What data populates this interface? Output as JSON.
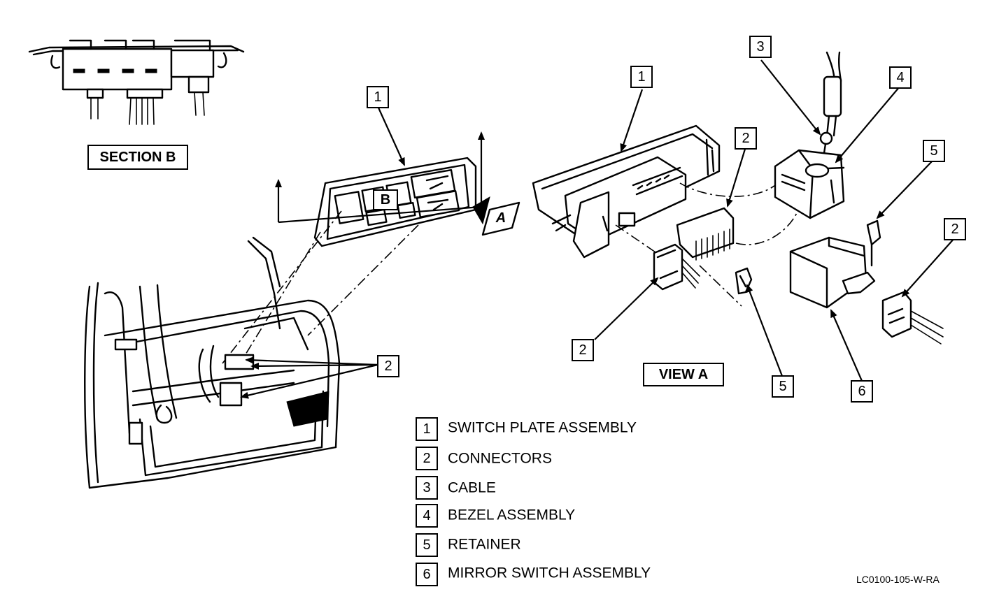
{
  "views": {
    "section_b": "SECTION B",
    "view_a": "VIEW A",
    "marker_a": "A",
    "marker_b": "B"
  },
  "callouts": {
    "main_1": "1",
    "main_2": "2",
    "va_1": "1",
    "va_2_top": "2",
    "va_2_bottom": "2",
    "va_3": "3",
    "va_4": "4",
    "va_5_top": "5",
    "va_5_bottom": "5",
    "va_2_right": "2",
    "va_6": "6"
  },
  "legend": [
    {
      "num": "1",
      "label": "SWITCH PLATE ASSEMBLY"
    },
    {
      "num": "2",
      "label": "CONNECTORS"
    },
    {
      "num": "3",
      "label": "CABLE"
    },
    {
      "num": "4",
      "label": "BEZEL ASSEMBLY"
    },
    {
      "num": "5",
      "label": "RETAINER"
    },
    {
      "num": "6",
      "label": "MIRROR SWITCH ASSEMBLY"
    }
  ],
  "reference_code": "LC0100-105-W-RA"
}
